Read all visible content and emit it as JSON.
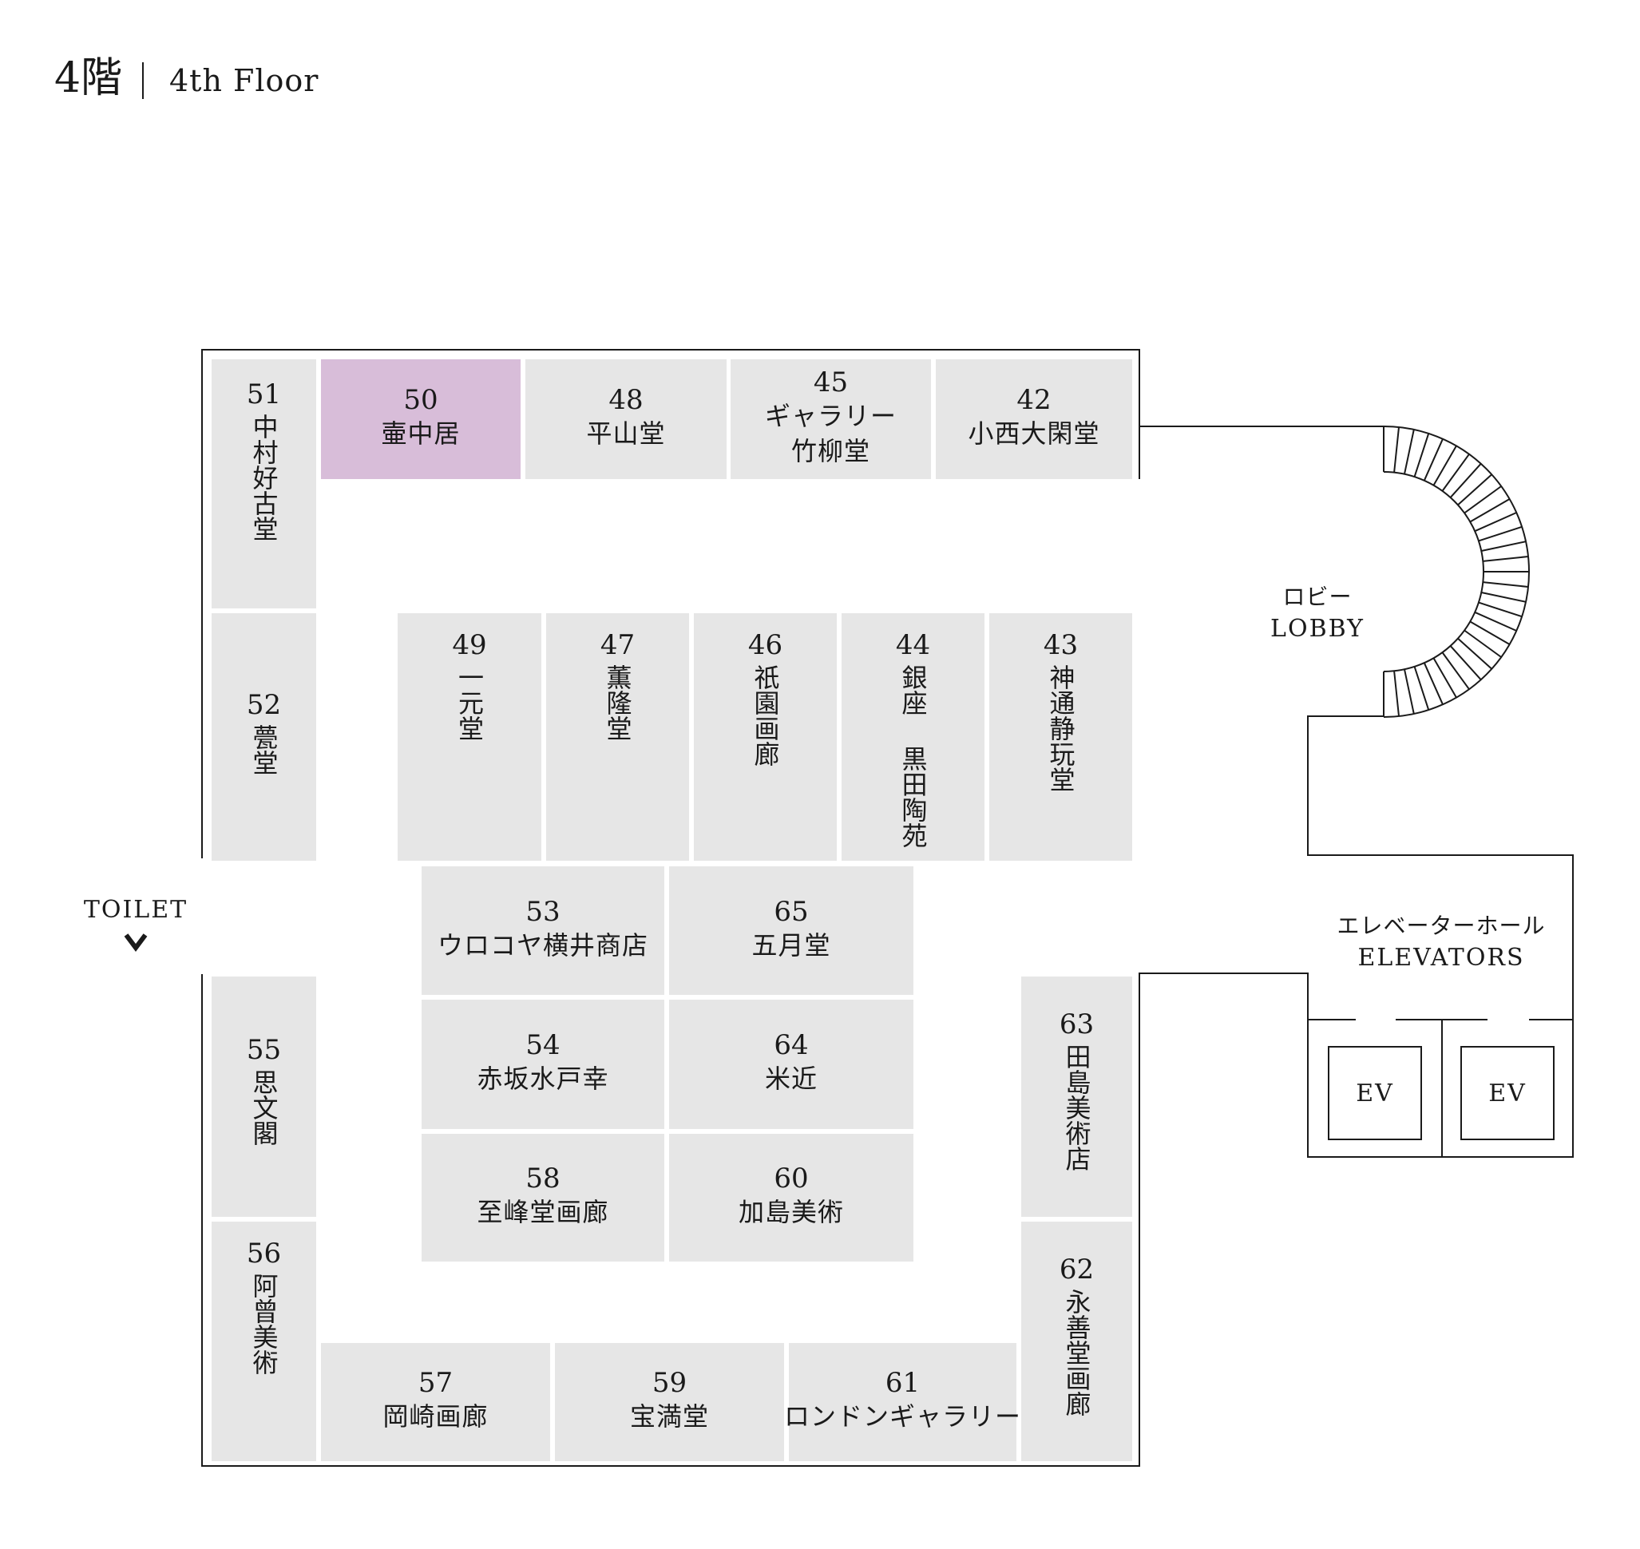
{
  "header": {
    "floor_jp": "4階",
    "floor_en": "4th Floor"
  },
  "colors": {
    "booth": "#e6e6e6",
    "highlight": "#d8bdd9",
    "line": "#1a1a1a"
  },
  "booths": {
    "b51": {
      "num": "51",
      "name": "中村好古堂"
    },
    "b50": {
      "num": "50",
      "name": "壷中居"
    },
    "b48": {
      "num": "48",
      "name": "平山堂"
    },
    "b45": {
      "num": "45",
      "name1": "ギャラリー",
      "name2": "竹柳堂"
    },
    "b42": {
      "num": "42",
      "name": "小西大閑堂"
    },
    "b52": {
      "num": "52",
      "name": "甍堂"
    },
    "b49": {
      "num": "49",
      "name": "一元堂"
    },
    "b47": {
      "num": "47",
      "name": "薫隆堂"
    },
    "b46": {
      "num": "46",
      "name": "祇園画廊"
    },
    "b44": {
      "num": "44",
      "name": "銀座 黒田陶苑"
    },
    "b43": {
      "num": "43",
      "name": "神通静玩堂"
    },
    "b53": {
      "num": "53",
      "name": "ウロコヤ横井商店"
    },
    "b65": {
      "num": "65",
      "name": "五月堂"
    },
    "b54": {
      "num": "54",
      "name": "赤坂水戸幸"
    },
    "b64": {
      "num": "64",
      "name": "米近"
    },
    "b58": {
      "num": "58",
      "name": "至峰堂画廊"
    },
    "b60": {
      "num": "60",
      "name": "加島美術"
    },
    "b55": {
      "num": "55",
      "name": "思文閣"
    },
    "b56": {
      "num": "56",
      "name": "阿曾美術"
    },
    "b63": {
      "num": "63",
      "name": "田島美術店"
    },
    "b62": {
      "num": "62",
      "name": "永善堂画廊"
    },
    "b57": {
      "num": "57",
      "name": "岡崎画廊"
    },
    "b59": {
      "num": "59",
      "name": "宝満堂"
    },
    "b61": {
      "num": "61",
      "name": "ロンドンギャラリー"
    }
  },
  "labels": {
    "lobby_jp": "ロビー",
    "lobby_en": "LOBBY",
    "toilet": "TOILET",
    "elevator_jp": "エレベーターホール",
    "elevator_en": "ELEVATORS",
    "ev": "EV"
  },
  "icons": {
    "toilet_arrow": "down-chevron-icon"
  }
}
